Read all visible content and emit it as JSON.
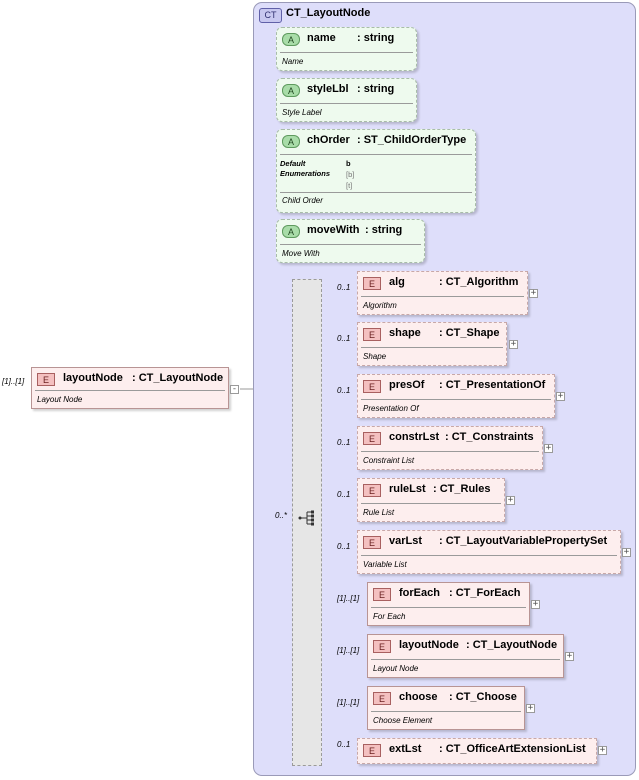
{
  "root": {
    "cardinality": "[1]..[1]",
    "badge": "E",
    "name": "layoutNode",
    "type": ": CT_LayoutNode",
    "doc": "Layout Node"
  },
  "complex_type": {
    "badge": "CT",
    "name": "CT_LayoutNode"
  },
  "attributes": [
    {
      "badge": "A",
      "name": "name",
      "type": ": string",
      "doc": "Name"
    },
    {
      "badge": "A",
      "name": "styleLbl",
      "type": ": string",
      "doc": "Style Label"
    },
    {
      "badge": "A",
      "name": "chOrder",
      "type": ": ST_ChildOrderType",
      "doc": "Child Order",
      "default_label": "Default",
      "default_value": "b",
      "enumerations_label": "Enumerations",
      "enumerations": [
        "[b]",
        "[t]"
      ]
    },
    {
      "badge": "A",
      "name": "moveWith",
      "type": ": string",
      "doc": "Move With"
    }
  ],
  "sequence": {
    "cardinality": "0..*"
  },
  "elements": [
    {
      "cardinality": "0..1",
      "badge": "E",
      "name": "alg",
      "type": ": CT_Algorithm",
      "doc": "Algorithm",
      "expand": "+"
    },
    {
      "cardinality": "0..1",
      "badge": "E",
      "name": "shape",
      "type": ": CT_Shape",
      "doc": "Shape",
      "expand": "+"
    },
    {
      "cardinality": "0..1",
      "badge": "E",
      "name": "presOf",
      "type": ": CT_PresentationOf",
      "doc": "Presentation Of",
      "expand": "+"
    },
    {
      "cardinality": "0..1",
      "badge": "E",
      "name": "constrLst",
      "type": ": CT_Constraints",
      "doc": "Constraint List",
      "expand": "+"
    },
    {
      "cardinality": "0..1",
      "badge": "E",
      "name": "ruleLst",
      "type": ": CT_Rules",
      "doc": "Rule List",
      "expand": "+"
    },
    {
      "cardinality": "0..1",
      "badge": "E",
      "name": "varLst",
      "type": ": CT_LayoutVariablePropertySet",
      "doc": "Variable List",
      "expand": "+"
    },
    {
      "cardinality": "[1]..[1]",
      "badge": "E",
      "name": "forEach",
      "type": ": CT_ForEach",
      "doc": "For Each",
      "expand": "+"
    },
    {
      "cardinality": "[1]..[1]",
      "badge": "E",
      "name": "layoutNode",
      "type": ": CT_LayoutNode",
      "doc": "Layout Node",
      "expand": "+"
    },
    {
      "cardinality": "[1]..[1]",
      "badge": "E",
      "name": "choose",
      "type": ": CT_Choose",
      "doc": "Choose Element",
      "expand": "+"
    },
    {
      "cardinality": "0..1",
      "badge": "E",
      "name": "extLst",
      "type": ": CT_OfficeArtExtensionList",
      "doc": "",
      "expand": "+"
    }
  ],
  "root_collapse": "-"
}
